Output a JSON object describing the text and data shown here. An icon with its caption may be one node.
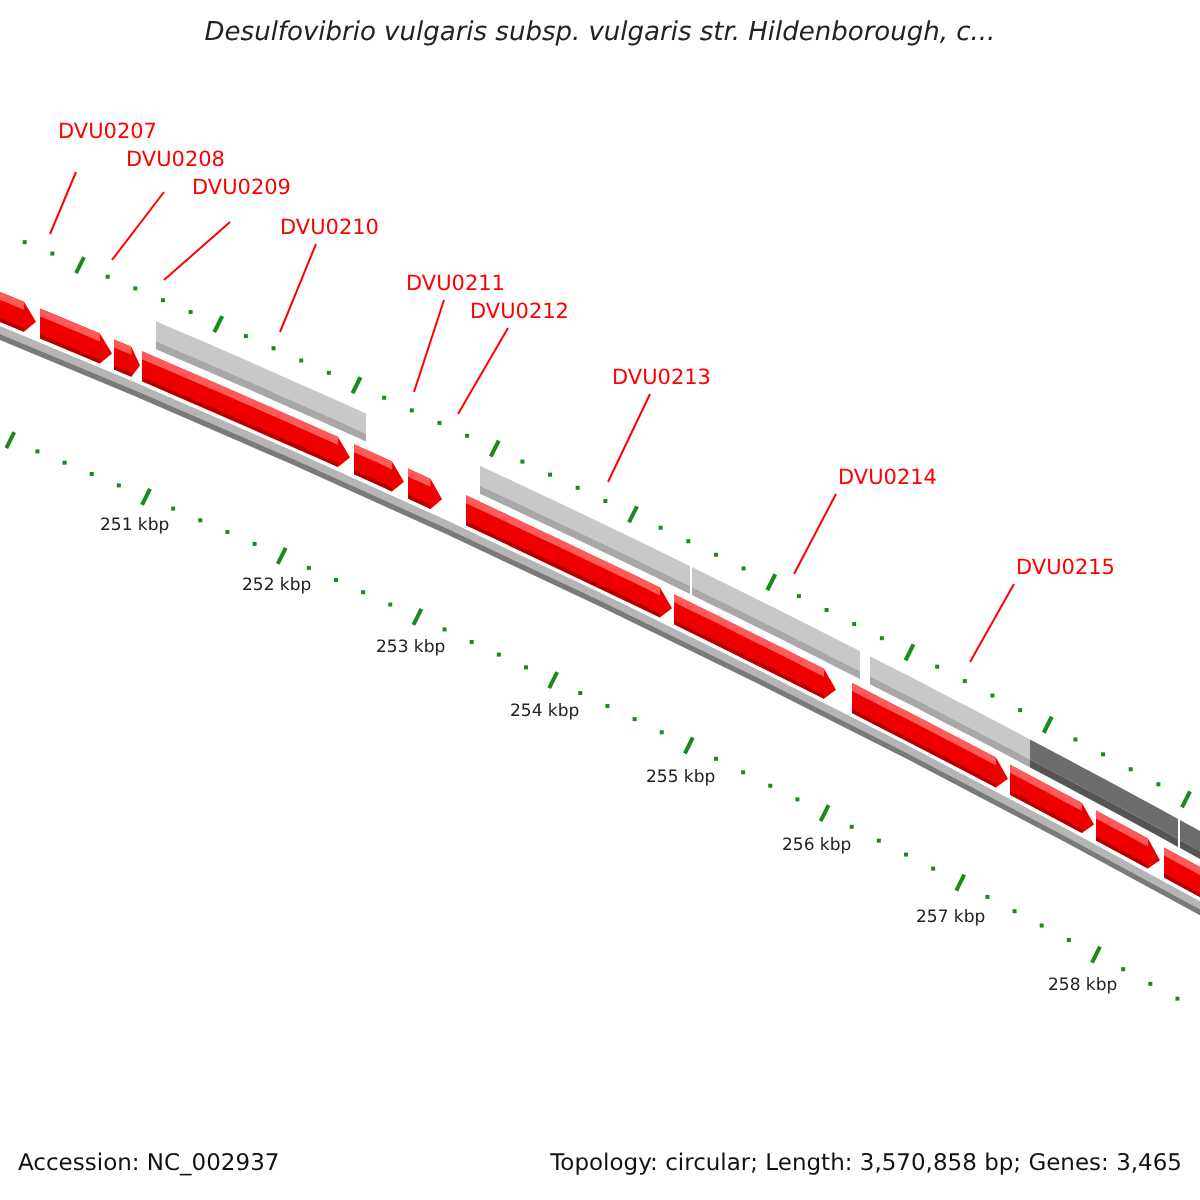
{
  "diagram": {
    "title": "Desulfovibrio vulgaris subsp. vulgaris str. Hildenborough, c...",
    "nodes": [
      {
        "text": [
          "DVU0207"
        ]
      },
      {
        "text": [
          "DVU0208"
        ]
      },
      {
        "text": [
          "DVU0209"
        ]
      },
      {
        "text": [
          "DVU0210"
        ]
      },
      {
        "text": [
          "DVU0211"
        ]
      },
      {
        "text": [
          "DVU0212"
        ]
      },
      {
        "text": [
          "DVU0213"
        ]
      },
      {
        "text": [
          "DVU0214"
        ]
      },
      {
        "text": [
          "DVU0215"
        ]
      }
    ],
    "edges": [
      {
        "from": 0,
        "to": null,
        "arrow": "none"
      },
      {
        "from": 1,
        "to": null,
        "arrow": "none"
      },
      {
        "from": 2,
        "to": null,
        "arrow": "none"
      },
      {
        "from": 3,
        "to": null,
        "arrow": "none"
      },
      {
        "from": 4,
        "to": null,
        "arrow": "none"
      },
      {
        "from": 5,
        "to": null,
        "arrow": "none"
      },
      {
        "from": 6,
        "to": null,
        "arrow": "none"
      },
      {
        "from": 7,
        "to": null,
        "arrow": "none"
      },
      {
        "from": 8,
        "to": null,
        "arrow": "none"
      }
    ],
    "labels": [
      "251 kbp",
      "252 kbp",
      "253 kbp",
      "254 kbp",
      "255 kbp",
      "256 kbp",
      "257 kbp",
      "258 kbp",
      "Accession: NC_002937",
      "Topology: circular; Length: 3,570,858 bp; Genes: 3,465"
    ]
  }
}
